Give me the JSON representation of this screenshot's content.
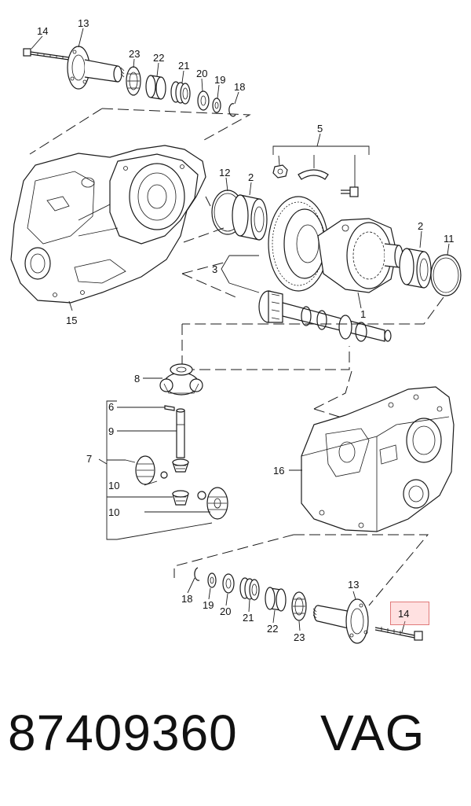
{
  "diagram": {
    "callouts": {
      "c14_top": "14",
      "c13_top": "13",
      "c23_top": "23",
      "c22_top": "22",
      "c21_top": "21",
      "c20_top": "20",
      "c19_top": "19",
      "c18_top": "18",
      "c5": "5",
      "c12": "12",
      "c2_left": "2",
      "c2_right": "2",
      "c11": "11",
      "c3": "3",
      "c1": "1",
      "c15": "15",
      "c8": "8",
      "c6": "6",
      "c9": "9",
      "c7": "7",
      "c10_a": "10",
      "c10_b": "10",
      "c16": "16",
      "c13_bottom": "13",
      "c18_bottom": "18",
      "c19_bottom": "19",
      "c20_bottom": "20",
      "c21_bottom": "21",
      "c22_bottom": "22",
      "c23_bottom": "23",
      "c14_bottom": "14"
    },
    "highlighted_callout": "14"
  },
  "footer": {
    "part_number": "87409360",
    "brand": "VAG"
  },
  "colors": {
    "line": "#1a1a1a",
    "highlight_fill": "#ffd6d6",
    "highlight_border": "#e07a7a"
  }
}
